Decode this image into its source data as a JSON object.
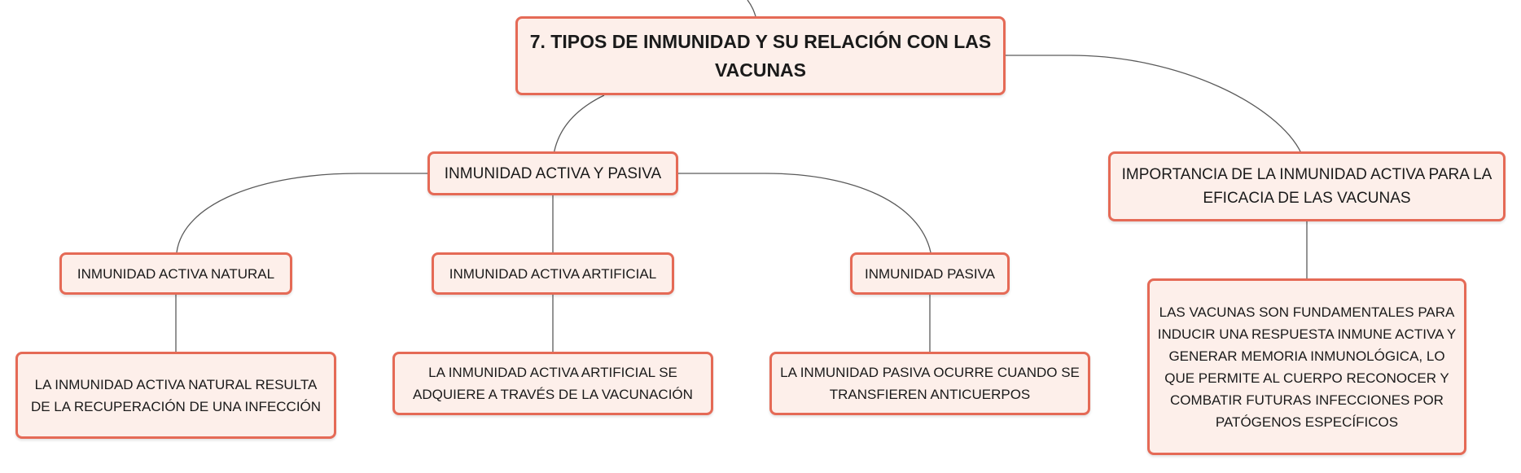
{
  "diagram": {
    "title": "7. TIPOS DE INMUNIDAD Y SU RELACIÓN CON LAS VACUNAS",
    "nodes": {
      "activa_pasiva": "INMUNIDAD ACTIVA Y PASIVA",
      "importancia": "IMPORTANCIA DE LA INMUNIDAD ACTIVA PARA LA EFICACIA DE LAS VACUNAS",
      "activa_natural": "INMUNIDAD ACTIVA NATURAL",
      "activa_artificial": "INMUNIDAD ACTIVA ARTIFICIAL",
      "pasiva": "INMUNIDAD PASIVA",
      "natural_desc": "LA INMUNIDAD ACTIVA NATURAL RESULTA DE LA RECUPERACIÓN DE UNA INFECCIÓN",
      "artificial_desc": "LA INMUNIDAD ACTIVA ARTIFICIAL SE ADQUIERE A TRAVÉS DE LA VACUNACIÓN",
      "pasiva_desc": "LA INMUNIDAD PASIVA OCURRE CUANDO SE TRANSFIEREN ANTICUERPOS",
      "importancia_desc": "LAS VACUNAS SON FUNDAMENTALES PARA INDUCIR UNA RESPUESTA INMUNE ACTIVA Y GENERAR MEMORIA INMUNOLÓGICA, LO QUE PERMITE AL CUERPO RECONOCER Y COMBATIR FUTURAS INFECCIONES POR PATÓGENOS ESPECÍFICOS"
    },
    "colors": {
      "node_fill": "#fdefea",
      "node_border": "#e56a56",
      "connector": "#5a5a5a",
      "text": "#1a1a1a"
    }
  }
}
